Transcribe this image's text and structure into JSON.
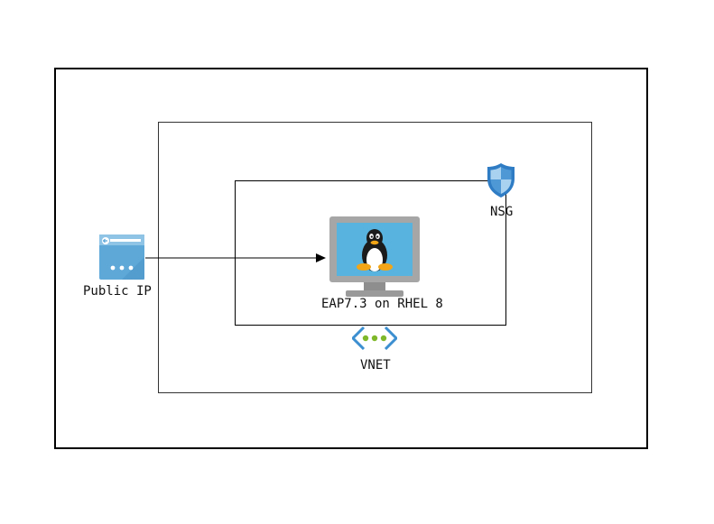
{
  "nodes": {
    "public_ip": {
      "label": "Public IP"
    },
    "vm": {
      "label": "EAP7.3 on RHEL 8"
    },
    "nsg": {
      "label": "NSG"
    },
    "vnet": {
      "label": "VNET"
    }
  },
  "icons": {
    "public_ip": "public-ip-icon",
    "vm": "linux-vm-icon",
    "nsg": "nsg-shield-icon",
    "vnet": "vnet-icon"
  },
  "colors": {
    "azure_light": "#5ea0d6",
    "azure_dark": "#2f7cc4",
    "screen": "#58b3de",
    "monitor": "#a8a8a8",
    "vnet_dots": "#7fb82a"
  }
}
